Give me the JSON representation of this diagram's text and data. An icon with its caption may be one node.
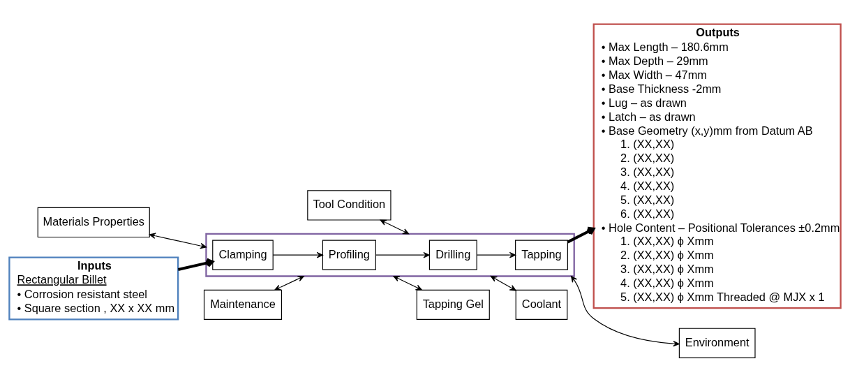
{
  "diagram": {
    "nodes": [
      {
        "text": [
          "Tool Condition"
        ]
      },
      {
        "text": [
          "Materials Properties"
        ]
      },
      {
        "text": [
          "Maintenance"
        ]
      },
      {
        "text": [
          "Inputs",
          "Rectangular Billet",
          "• Corrosion resistant steel",
          "• Square section , XX x XX mm"
        ]
      },
      {
        "text": [],
        "shape": "box"
      },
      {
        "text": [
          "Clamping"
        ],
        "in": 4
      },
      {
        "text": [
          "Profiling"
        ],
        "in": 4
      },
      {
        "text": [
          "Drilling"
        ],
        "in": 4
      },
      {
        "text": [
          "Tapping"
        ],
        "in": 4
      },
      {
        "text": [
          "Outputs",
          "• Max Length – 180.6mm",
          "• Max Depth – 29mm",
          "• Max Width – 47mm",
          "• Base Thickness -2mm",
          "• Lug – as drawn",
          "• Latch – as drawn",
          "• Base Geometry (x,y)mm from Datum AB",
          "1. (XX,XX)",
          "2. (XX,XX)",
          "3. (XX,XX)",
          "4. (XX,XX)",
          "5. (XX,XX)",
          "6. (XX,XX)",
          "• Hole Content – Positional Tolerances ±0.2mm",
          "1. (XX,XX) ϕ Xmm",
          "2. (XX,XX) ϕ Xmm",
          "3. (XX,XX) ϕ Xmm",
          "4. (XX,XX) ϕ Xmm",
          "5. (XX,XX) ϕ Xmm Threaded @ MJX x 1"
        ]
      },
      {
        "text": [
          "Tapping Gel"
        ]
      },
      {
        "text": [
          "Coolant"
        ]
      },
      {
        "text": [
          "Environment"
        ]
      }
    ],
    "edges": [
      {
        "from": 3,
        "to": 5,
        "arrow": "to",
        "style": "thick"
      },
      {
        "from": 5,
        "to": 6,
        "arrow": "to"
      },
      {
        "from": 6,
        "to": 7,
        "arrow": "to"
      },
      {
        "from": 7,
        "to": 8,
        "arrow": "to"
      },
      {
        "from": 8,
        "to": 9,
        "arrow": "to",
        "style": "thick"
      },
      {
        "from": 1,
        "to": 4,
        "arrow": "both"
      },
      {
        "from": 2,
        "to": 4,
        "arrow": "both"
      },
      {
        "from": 0,
        "to": 4,
        "arrow": "both"
      },
      {
        "from": 4,
        "to": 10,
        "arrow": "both"
      },
      {
        "from": 4,
        "to": 11,
        "arrow": "both"
      },
      {
        "from": 4,
        "to": 12,
        "arrow": "both"
      }
    ]
  }
}
